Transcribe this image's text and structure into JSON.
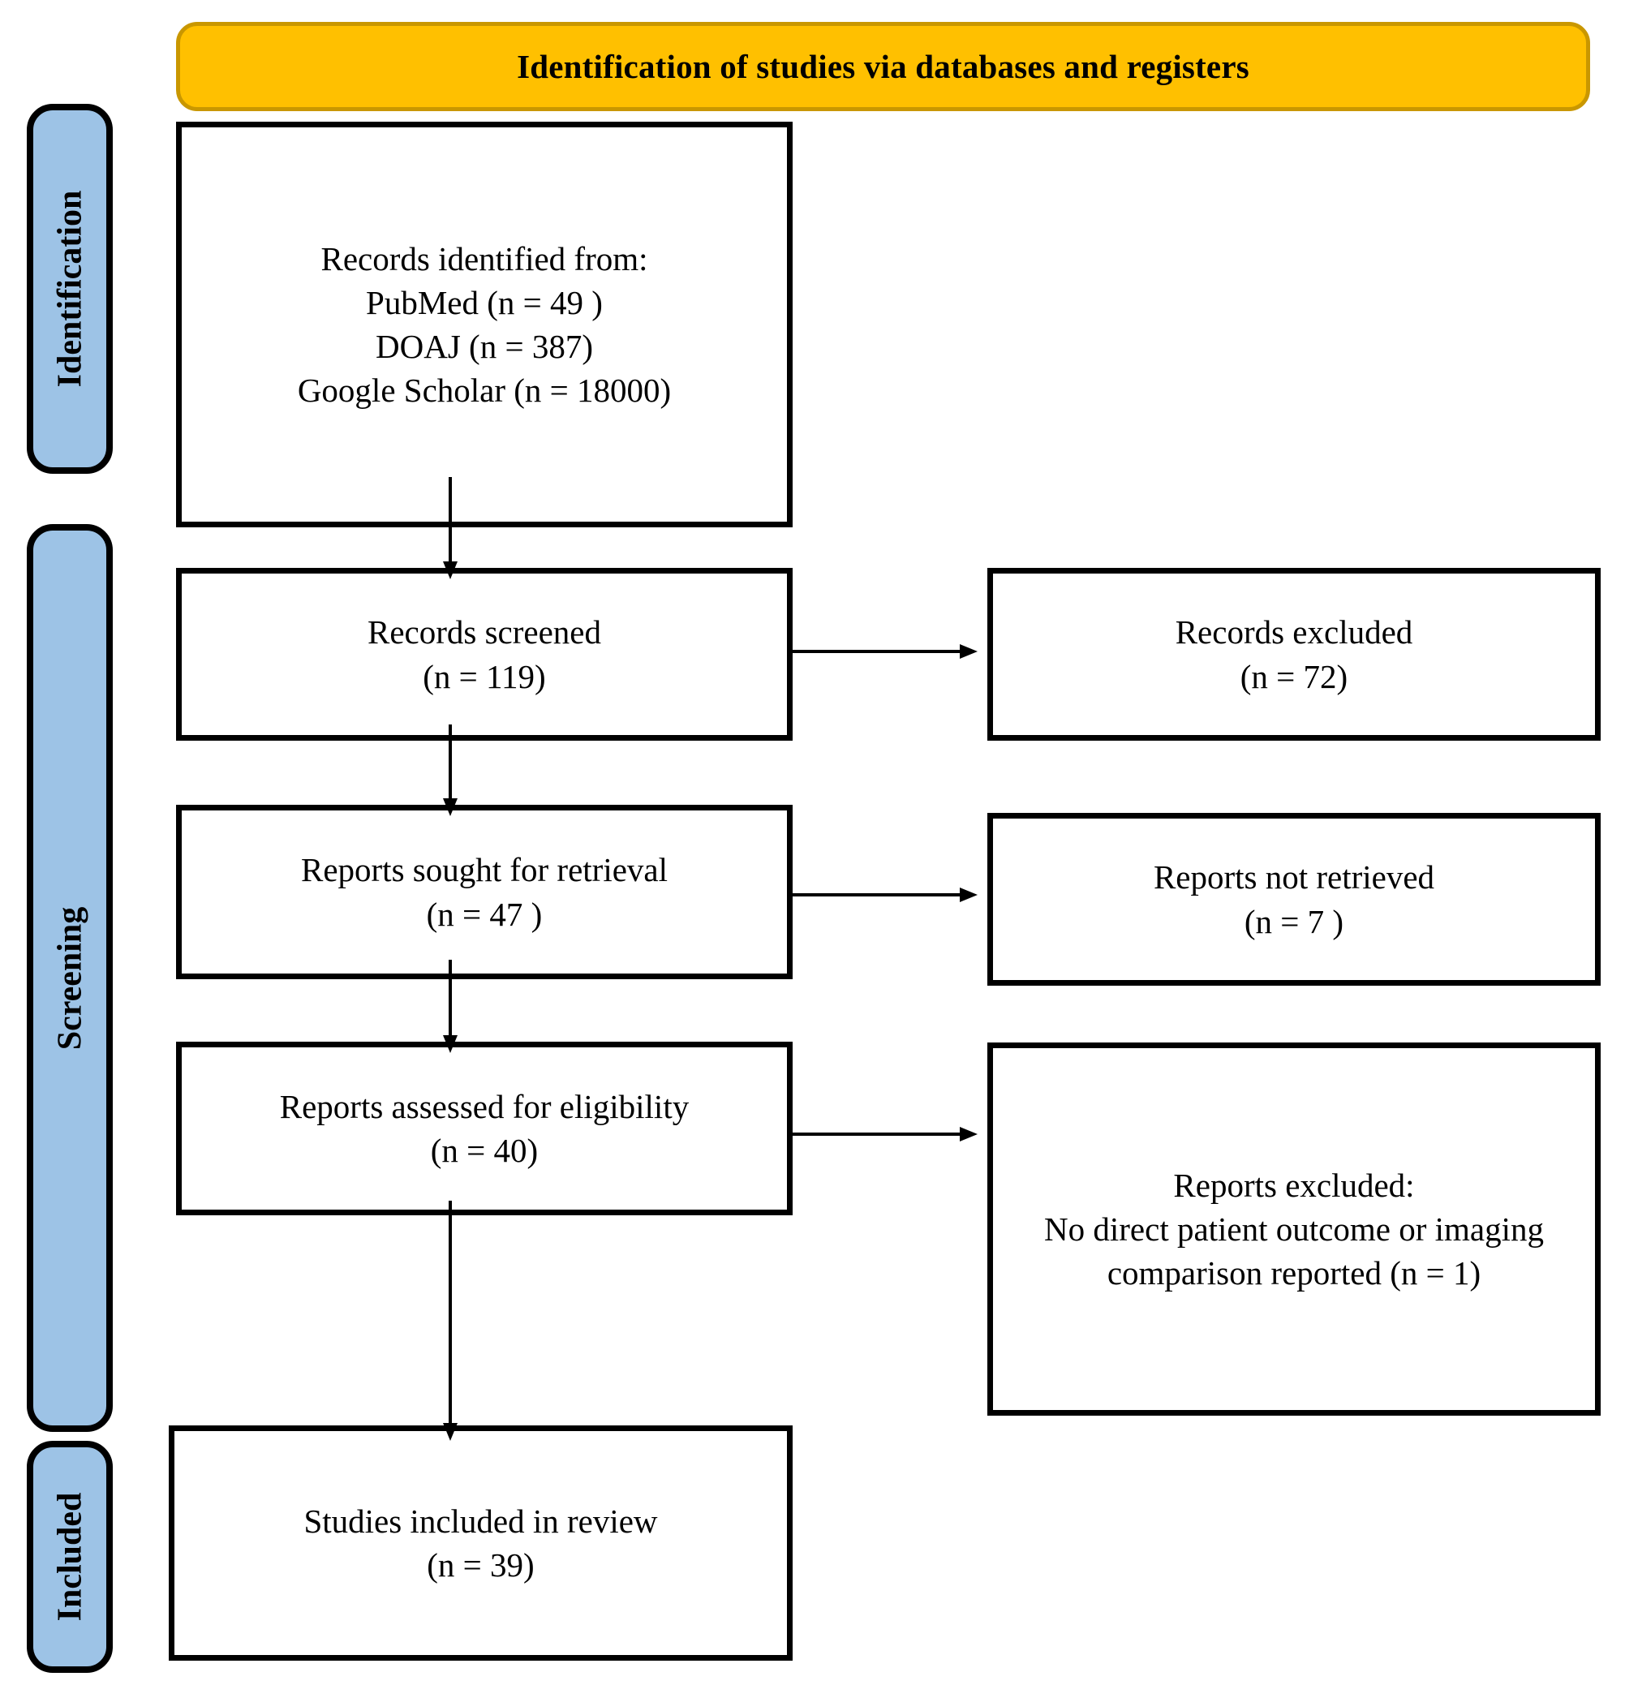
{
  "diagram": {
    "banner": "Identification of studies via databases and registers",
    "stages": [
      {
        "label": "Identification"
      },
      {
        "label": "Screening"
      },
      {
        "label": "Included"
      }
    ],
    "boxes": {
      "records_identified": {
        "lines": [
          "Records identified from:",
          "PubMed (n = 49 )",
          "DOAJ (n = 387)",
          "Google Scholar (n = 18000)"
        ]
      },
      "records_screened": {
        "lines": [
          "Records screened",
          "(n = 119)"
        ]
      },
      "records_excluded": {
        "lines": [
          "Records excluded",
          "(n = 72)"
        ]
      },
      "reports_sought": {
        "lines": [
          "Reports sought for retrieval",
          "(n = 47 )"
        ]
      },
      "reports_not_retrieved": {
        "lines": [
          "Reports not retrieved",
          "(n = 7 )"
        ]
      },
      "reports_assessed": {
        "lines": [
          "Reports assessed for eligibility",
          "(n = 40)"
        ]
      },
      "reports_excluded": {
        "lines": [
          "Reports excluded:",
          "No direct patient outcome or imaging",
          "comparison reported (n = 1)"
        ]
      },
      "studies_included": {
        "lines": [
          "Studies included in review",
          "(n = 39)"
        ]
      }
    },
    "colors": {
      "banner_bg": "#FFC000",
      "banner_border": "#C99700",
      "stage_bg": "#9DC3E6",
      "box_border": "#000000",
      "arrow": "#000000",
      "background": "#FFFFFF"
    }
  }
}
